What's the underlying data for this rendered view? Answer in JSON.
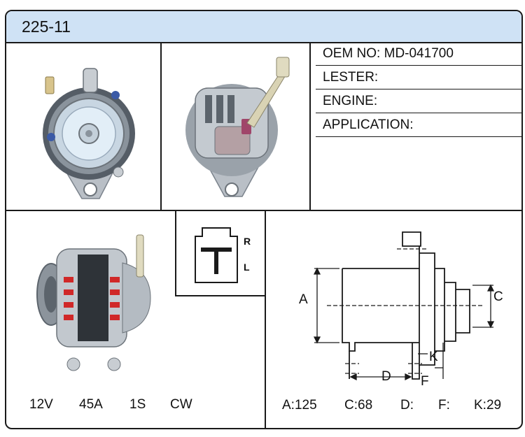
{
  "header": {
    "part_number": "225-11"
  },
  "info": {
    "oem": "OEM NO: MD-041700",
    "lester": "LESTER:",
    "engine": "ENGINE:",
    "application": "APPLICATION:"
  },
  "connector": {
    "label_r": "R",
    "label_l": "L"
  },
  "specs": {
    "voltage": "12V",
    "amperage": "45A",
    "spline": "1S",
    "rotation": "CW"
  },
  "dimension_labels": {
    "a": "A",
    "c": "C",
    "d": "D",
    "f": "F",
    "k": "K"
  },
  "dimensions": {
    "a": "A:125",
    "c": "C:68",
    "d": "D:",
    "f": "F:",
    "k": "K:29"
  },
  "colors": {
    "header_bg": "#cfe2f5",
    "border": "#1a1a1a"
  }
}
